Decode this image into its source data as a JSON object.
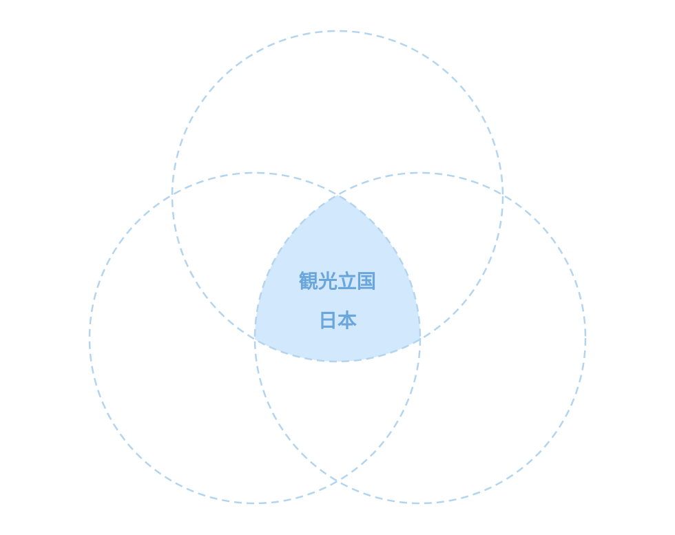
{
  "diagram": {
    "type": "venn",
    "set_count": 3,
    "center_label": {
      "line1": "観光立国",
      "line2": "日本"
    },
    "colors": {
      "circle_stroke": "#b3d4ef",
      "intersection_fill": "#d2e8fc",
      "label_text": "#6aa6dc",
      "background": "#ffffff"
    }
  }
}
